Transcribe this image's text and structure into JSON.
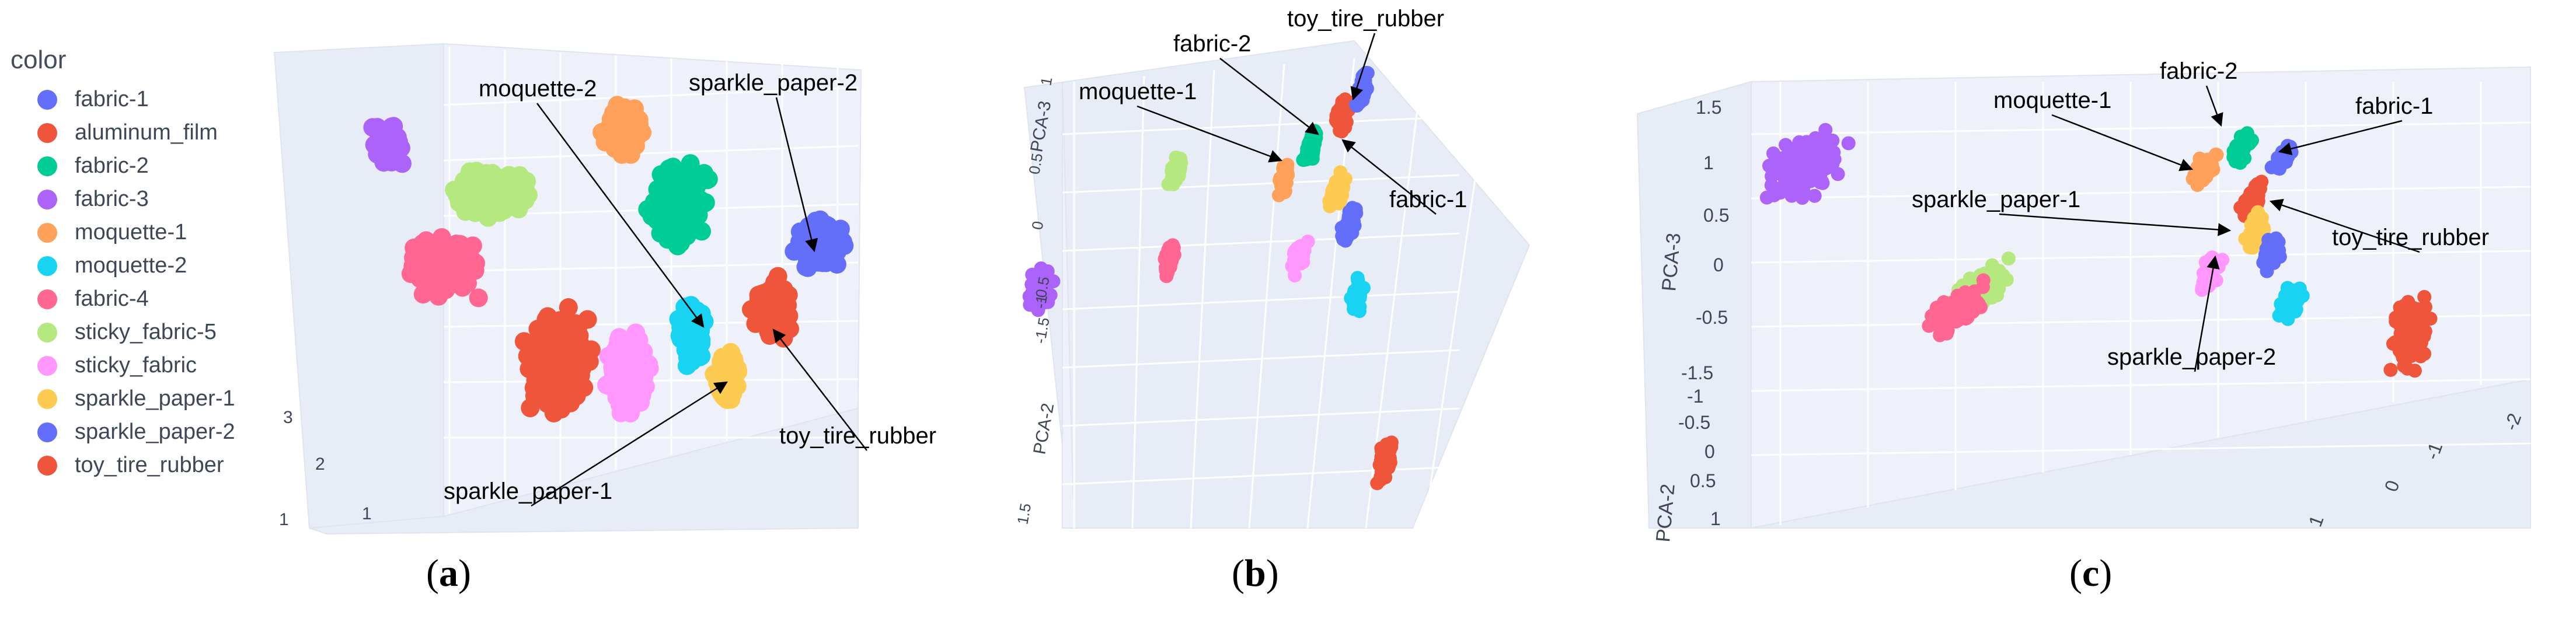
{
  "legend": {
    "title": "color",
    "items": [
      {
        "label": "fabric-1",
        "color": "#636efa"
      },
      {
        "label": "aluminum_film",
        "color": "#ef553b"
      },
      {
        "label": "fabric-2",
        "color": "#00cc96"
      },
      {
        "label": "fabric-3",
        "color": "#ab63fa"
      },
      {
        "label": "moquette-1",
        "color": "#ffa15a"
      },
      {
        "label": "moquette-2",
        "color": "#19d3f3"
      },
      {
        "label": "fabric-4",
        "color": "#ff6692"
      },
      {
        "label": "sticky_fabric-5",
        "color": "#b6e880"
      },
      {
        "label": "sticky_fabric",
        "color": "#ff97ff"
      },
      {
        "label": "sparkle_paper-1",
        "color": "#fecb52"
      },
      {
        "label": "sparkle_paper-2",
        "color": "#636efa"
      },
      {
        "label": "toy_tire_rubber",
        "color": "#ef553b"
      }
    ]
  },
  "panels": [
    {
      "id": "a",
      "label_open": "(",
      "label_letter": "a",
      "label_close": ")",
      "axis_ticks": [
        "3",
        "2",
        "1",
        "1"
      ]
    },
    {
      "id": "b",
      "label_open": "(",
      "label_letter": "b",
      "label_close": ")",
      "axis_titles": [
        "PCA-3",
        "PCA-2"
      ],
      "axis_ticks": [
        "1",
        "0.5",
        "0",
        "-0.5",
        "-1",
        "-1.5",
        "1.5"
      ]
    },
    {
      "id": "c",
      "label_open": "(",
      "label_letter": "c",
      "label_close": ")",
      "axis_titles": [
        "PCA-3",
        "PCA-2"
      ],
      "axis_ticks_z": [
        "1.5",
        "1",
        "0.5",
        "0",
        "-0.5"
      ],
      "axis_ticks_y": [
        "-1.5",
        "-1",
        "-0.5",
        "0",
        "0.5",
        "1"
      ],
      "axis_ticks_x": [
        "-2",
        "-1",
        "0",
        "1"
      ]
    }
  ],
  "chart_data": [
    {
      "type": "scatter",
      "subtype": "3d-scatter",
      "panel": "a",
      "title": "",
      "legend_placement": "left",
      "grid": true,
      "clusters": [
        {
          "name": "fabric-3",
          "color": "#ab63fa"
        },
        {
          "name": "sticky_fabric-5",
          "color": "#b6e880"
        },
        {
          "name": "fabric-4",
          "color": "#ff6692"
        },
        {
          "name": "moquette-1",
          "color": "#ffa15a"
        },
        {
          "name": "fabric-2",
          "color": "#00cc96"
        },
        {
          "name": "aluminum_film",
          "color": "#ef553b"
        },
        {
          "name": "sticky_fabric",
          "color": "#ff97ff"
        },
        {
          "name": "moquette-2",
          "color": "#19d3f3"
        },
        {
          "name": "sparkle_paper-1",
          "color": "#fecb52"
        },
        {
          "name": "toy_tire_rubber",
          "color": "#ef553b"
        },
        {
          "name": "sparkle_paper-2",
          "color": "#636efa"
        }
      ],
      "annotations": [
        "moquette-2",
        "sparkle_paper-2",
        "toy_tire_rubber",
        "sparkle_paper-1"
      ]
    },
    {
      "type": "scatter",
      "subtype": "3d-scatter",
      "panel": "b",
      "title": "",
      "grid": true,
      "clusters": [
        {
          "name": "fabric-3",
          "color": "#ab63fa"
        },
        {
          "name": "sticky_fabric-5",
          "color": "#b6e880"
        },
        {
          "name": "fabric-4",
          "color": "#ff6692"
        },
        {
          "name": "moquette-1",
          "color": "#ffa15a"
        },
        {
          "name": "fabric-2",
          "color": "#00cc96"
        },
        {
          "name": "toy_tire_rubber",
          "color": "#ef553b"
        },
        {
          "name": "fabric-1",
          "color": "#636efa"
        },
        {
          "name": "sparkle_paper-1",
          "color": "#fecb52"
        },
        {
          "name": "sparkle_paper-2",
          "color": "#636efa"
        },
        {
          "name": "sticky_fabric",
          "color": "#ff97ff"
        },
        {
          "name": "moquette-2",
          "color": "#19d3f3"
        },
        {
          "name": "aluminum_film",
          "color": "#ef553b"
        }
      ],
      "annotations": [
        "moquette-1",
        "fabric-2",
        "toy_tire_rubber",
        "fabric-1"
      ]
    },
    {
      "type": "scatter",
      "subtype": "3d-scatter",
      "panel": "c",
      "title": "",
      "grid": true,
      "clusters": [
        {
          "name": "fabric-3",
          "color": "#ab63fa"
        },
        {
          "name": "sticky_fabric-5",
          "color": "#b6e880"
        },
        {
          "name": "fabric-4",
          "color": "#ff6692"
        },
        {
          "name": "moquette-1",
          "color": "#ffa15a"
        },
        {
          "name": "fabric-2",
          "color": "#00cc96"
        },
        {
          "name": "fabric-1",
          "color": "#636efa"
        },
        {
          "name": "toy_tire_rubber",
          "color": "#ef553b"
        },
        {
          "name": "sparkle_paper-1",
          "color": "#fecb52"
        },
        {
          "name": "sticky_fabric",
          "color": "#ff97ff"
        },
        {
          "name": "sparkle_paper-2",
          "color": "#636efa"
        },
        {
          "name": "moquette-2",
          "color": "#19d3f3"
        },
        {
          "name": "aluminum_film",
          "color": "#ef553b"
        }
      ],
      "annotations": [
        "fabric-2",
        "moquette-1",
        "fabric-1",
        "sparkle_paper-1",
        "toy_tire_rubber",
        "sparkle_paper-2"
      ]
    }
  ]
}
